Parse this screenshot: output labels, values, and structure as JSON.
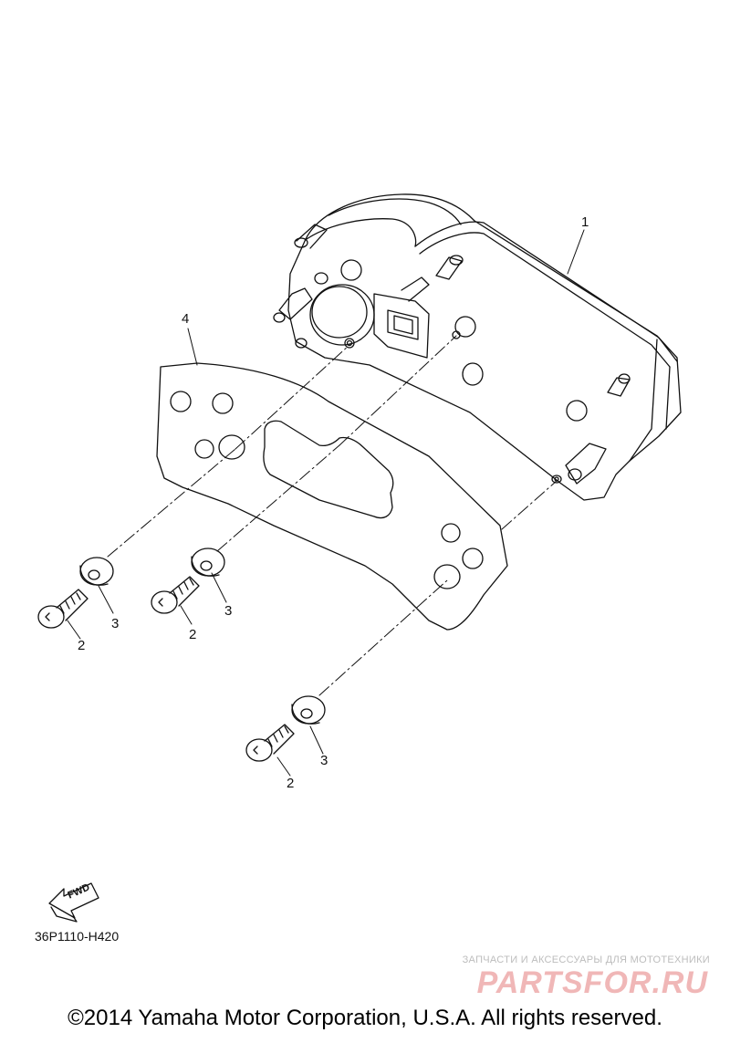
{
  "callouts": {
    "meter_assembly": "1",
    "bolt_a": "2",
    "bolt_b": "2",
    "bolt_c": "2",
    "washer_a": "3",
    "washer_b": "3",
    "washer_c": "3",
    "bracket": "4"
  },
  "fwd_marker": "FWD",
  "diagram_code": "36P1110-H420",
  "copyright": "©2014 Yamaha Motor Corporation, U.S.A. All rights reserved.",
  "watermark": {
    "tagline": "ЗАПЧАСТИ И АКСЕССУАРЫ ДЛЯ МОТОТЕХНИКИ",
    "logo": "PARTSFOR.RU"
  },
  "colors": {
    "line": "#111111",
    "watermark_logo": "#f0b7b7",
    "watermark_text": "#bdbdbd"
  }
}
